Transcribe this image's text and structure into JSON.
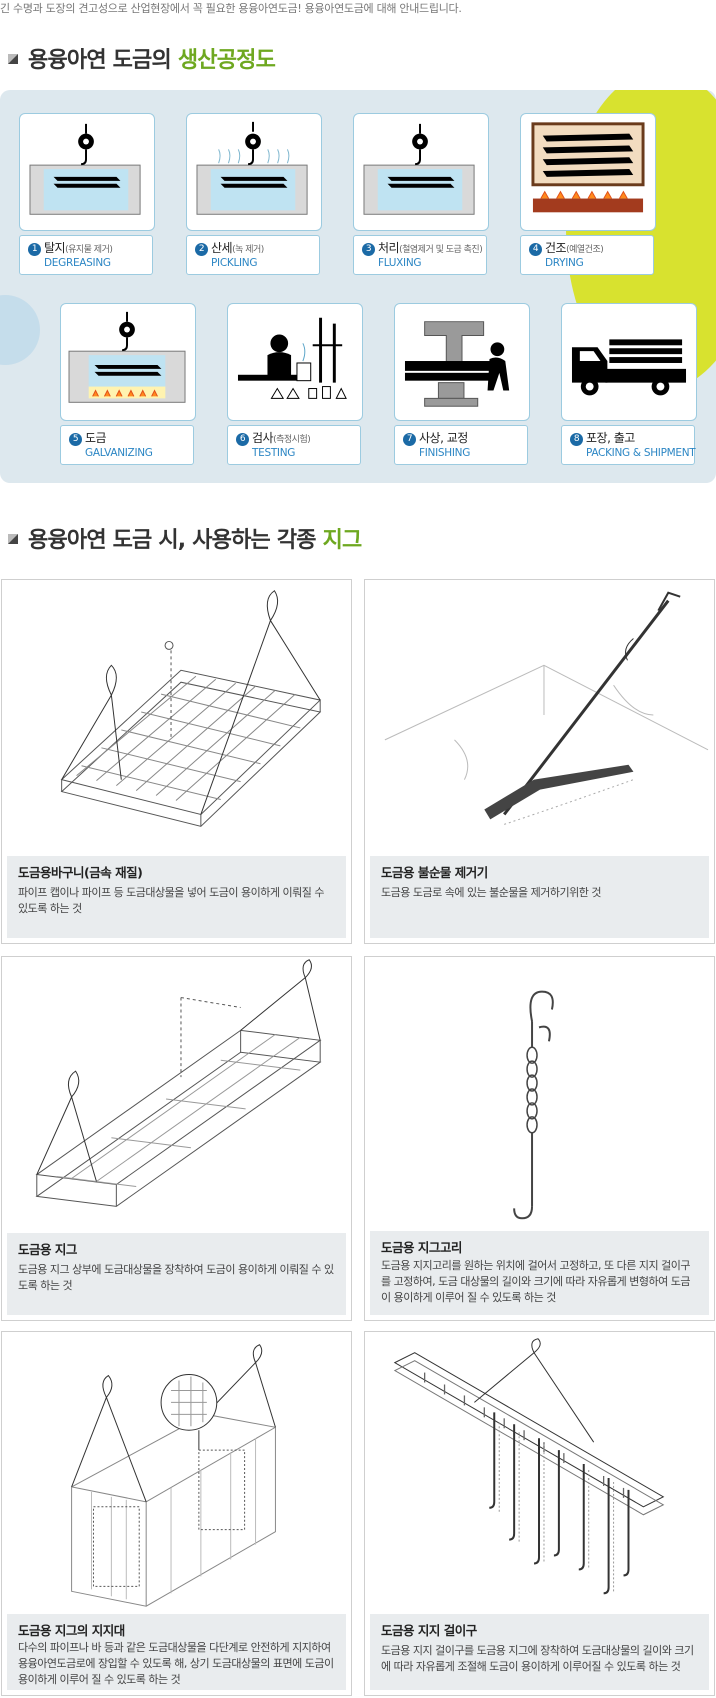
{
  "intro": "긴 수명과 도장의 견고성으로 산업현장에서 꼭 필요한 용융아연도금! 용융아연도금에 대해 안내드립니다.",
  "section1": {
    "title_main": "용융아연 도금의 ",
    "title_highlight": "생산공정도"
  },
  "steps": [
    {
      "num": "1",
      "ko": "탈지",
      "ko_sub": "(유지물 제거)",
      "en": "DEGREASING"
    },
    {
      "num": "2",
      "ko": "산세",
      "ko_sub": "(녹 제거)",
      "en": "PICKLING"
    },
    {
      "num": "3",
      "ko": "처리",
      "ko_sub": "(철염제거 및 도금 촉진)",
      "en": "FLUXING"
    },
    {
      "num": "4",
      "ko": "건조",
      "ko_sub": "(예열건조)",
      "en": "DRYING"
    },
    {
      "num": "5",
      "ko": "도금",
      "ko_sub": "",
      "en": "GALVANIZING"
    },
    {
      "num": "6",
      "ko": "검사",
      "ko_sub": "(측정시험)",
      "en": "TESTING"
    },
    {
      "num": "7",
      "ko": "사상, 교정",
      "ko_sub": "",
      "en": "FINISHING"
    },
    {
      "num": "8",
      "ko": "포장, 출고",
      "ko_sub": "",
      "en": "PACKING & SHIPMENT"
    }
  ],
  "section2": {
    "title_main": "용융아연 도금 시, 사용하는 각종 ",
    "title_highlight": "지그"
  },
  "jigs": [
    {
      "title": "도금용바구니(금속 재질)",
      "body": "파이프 캡이나 파이프 등 도금대상물을 넣어 도금이 용이하게 이뤄질 수 있도록 하는 것"
    },
    {
      "title": "도금용 불순물 제거기",
      "body": "도금용 도금로 속에 있는 불순물을 제거하기위한 것"
    },
    {
      "title": "도금용 지그",
      "body": "도금용 지그 상부에 도금대상물을 장착하여 도금이 용이하게 이뤄질 수 있도록 하는 것"
    },
    {
      "title": "도금용 지그고리",
      "body": "도금용 지지고리를 원하는 위치에 걸어서 고정하고, 또 다른 지지 걸이구를 고정하여, 도금 대상물의 길이와 크기에 따라 자유롭게 변형하여 도금이 용이하게 이루어 질 수 있도록 하는 것"
    },
    {
      "title": "도금용 지그의 지지대",
      "body": "다수의 파이프나 바 등과 같은 도금대상물을 다단계로 안전하게 지지하여 용융아연도금로에 장입할 수 있도록 해, 상기 도금대상물의 표면에 도금이 용이하게 이루어 질 수 있도록 하는 것"
    },
    {
      "title": "도금용 지지 걸이구",
      "body": "도금용 지지 걸이구를 도금용 지그에 장착하여 도금대상물의 길이와 크기에 따라 자유롭게 조절해 도금이 용이하게 이루어질 수 있도록 하는 것"
    }
  ]
}
